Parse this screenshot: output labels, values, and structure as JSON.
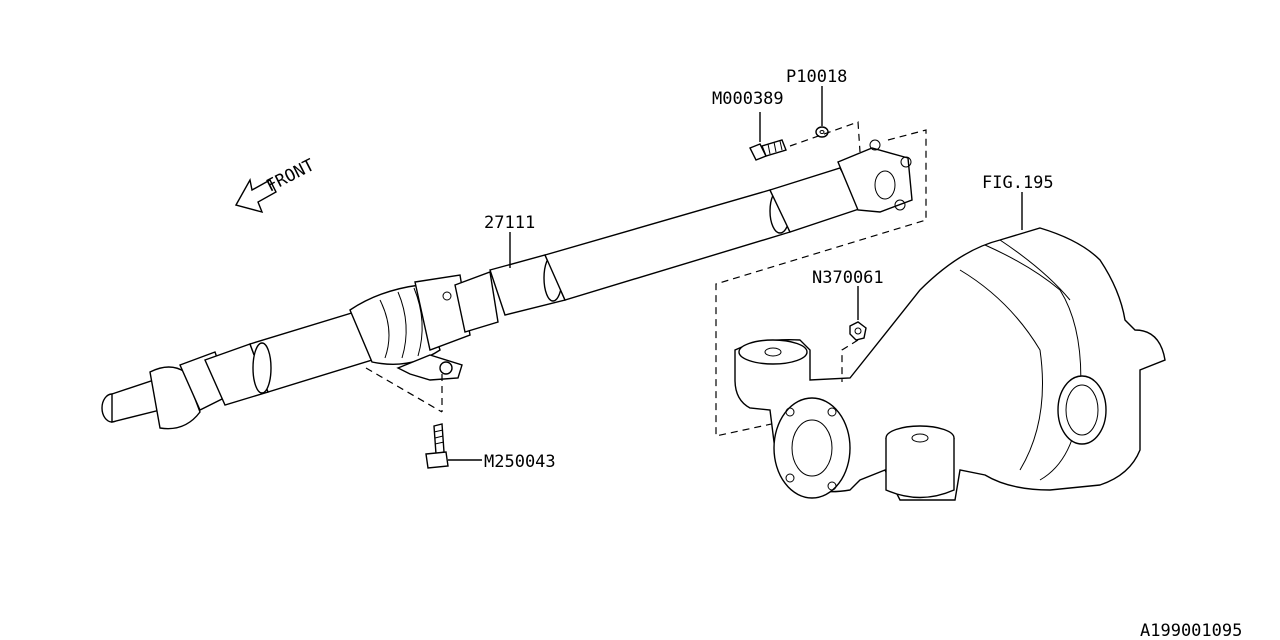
{
  "labels": {
    "front": "FRONT",
    "shaft": "27111",
    "bolt_top": "M000389",
    "washer_top": "P10018",
    "fig_ref": "FIG.195",
    "nut": "N370061",
    "bolt_bottom": "M250043",
    "diagram_id": "A199001095"
  }
}
